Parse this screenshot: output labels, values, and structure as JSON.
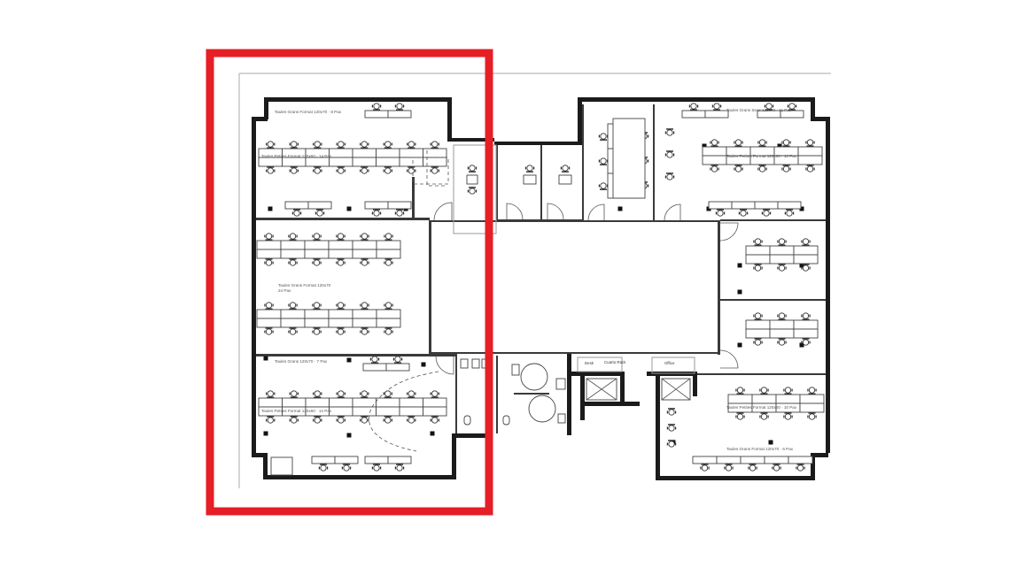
{
  "plan": {
    "labels": {
      "a": "Taules Grans Format 120x70 · 8 Pax",
      "b": "Taules Petites Format 120x60 · 14 Pax",
      "c": "Taules Grans Format 120x70",
      "c2": "24 Pax",
      "d": "Taules Grans 120x70 · 7 Pax",
      "e": "Taules Petites Format 120x60 · 14 Pax",
      "f": "Taules Grans Seas 120x70 · 11 Pax",
      "g": "Taules Petites Format 120x60 · 10 Pax",
      "h": "Taules Petites Format 120x60 · 10 Pax",
      "i": "Taules Grans Format 120x70 · 6 Pax",
      "desk": "Desk",
      "rack": "Cuarto Rack",
      "office": "Office"
    }
  },
  "highlight": {
    "color": "#e61e25"
  }
}
